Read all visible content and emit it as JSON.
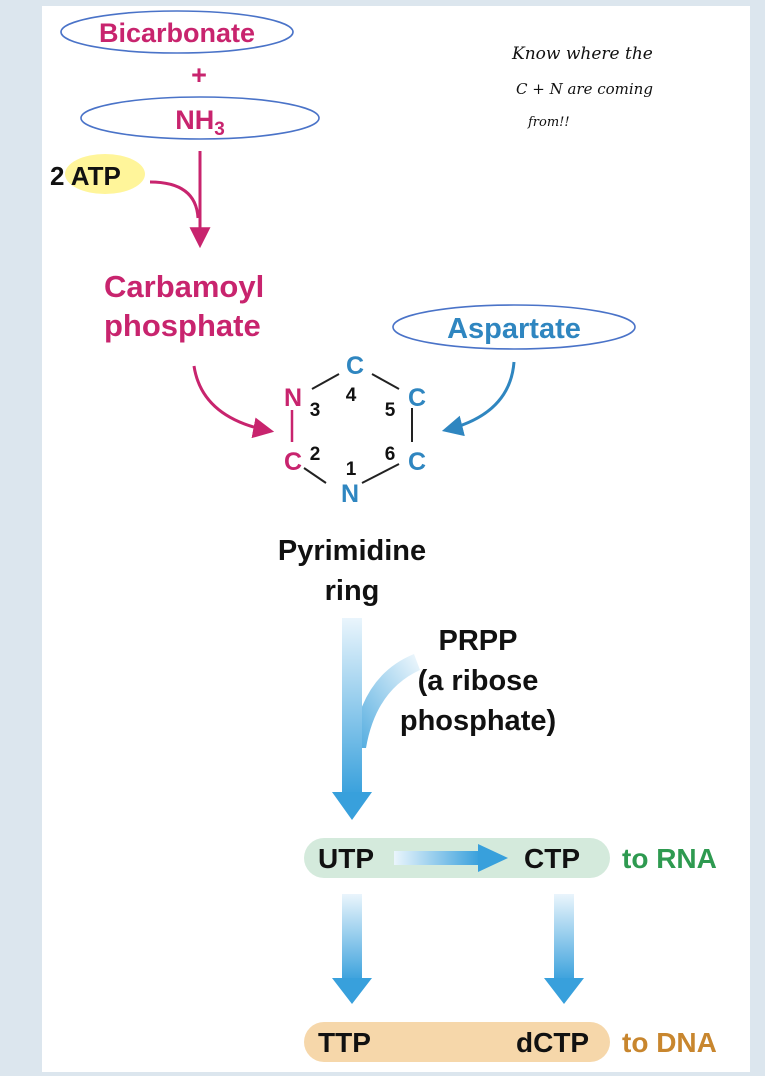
{
  "colors": {
    "magenta": "#c8246e",
    "blue": "#2f86c0",
    "green": "#2e9a50",
    "orange": "#c8862e",
    "highlight_yellow": "#fff59a",
    "outline_blue": "#4a73c8",
    "band_green": "#d4eadc",
    "band_orange": "#f6d7aa"
  },
  "inputs": {
    "bicarbonate": "Bicarbonate",
    "plus": "+",
    "nh3": "NH",
    "nh3_subscript": "3",
    "atp": "2 ATP"
  },
  "intermediate": {
    "line1": "Carbamoyl",
    "line2": "phosphate",
    "aspartate": "Aspartate"
  },
  "ring": {
    "atoms": {
      "c4": "C",
      "n3": "N",
      "c5": "C",
      "c2": "C",
      "c6": "C",
      "n1": "N"
    },
    "numbers": {
      "n1": "1",
      "n2": "2",
      "n3": "3",
      "n4": "4",
      "n5": "5",
      "n6": "6"
    },
    "label_line1": "Pyrimidine",
    "label_line2": "ring"
  },
  "prpp": {
    "line1": "PRPP",
    "line2": "(a ribose",
    "line3": "phosphate)"
  },
  "products": {
    "utp": "UTP",
    "ctp": "CTP",
    "to_rna": "to RNA",
    "ttp": "TTP",
    "dctp": "dCTP",
    "to_dna": "to DNA"
  },
  "note": {
    "line1": "Know where the",
    "line2": "C + N are coming",
    "line3": "from!!"
  }
}
